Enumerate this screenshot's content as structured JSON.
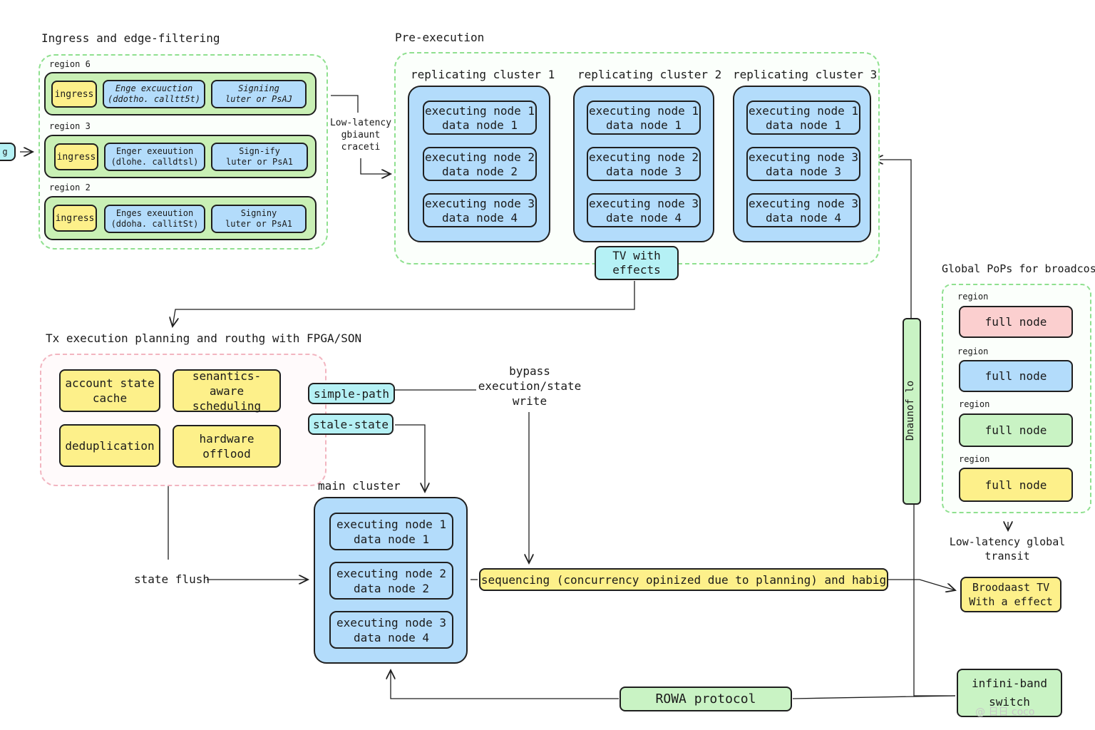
{
  "ingress": {
    "title": "Ingress and edge-filtering",
    "regions": [
      {
        "label": "region 6",
        "ingress": "ingress",
        "exec": [
          "Enge excuuction",
          "(ddotho. calltt5t)"
        ],
        "sign": [
          "Signiing",
          "luter or PsAJ"
        ]
      },
      {
        "label": "region 3",
        "ingress": "ingress",
        "exec": [
          "Enger exeuution",
          "(dlohe. calldtsl)"
        ],
        "sign": [
          "Sign-ify",
          "luter or PsA1"
        ]
      },
      {
        "label": "region 2",
        "ingress": "ingress",
        "exec": [
          "Enges exeuution",
          "(ddoha. callitSt)"
        ],
        "sign": [
          "Signiny",
          "luter or PsA1"
        ]
      }
    ],
    "left_stub": "g"
  },
  "low_latency_label": [
    "Low-latency",
    "gbiaunt",
    "craceti"
  ],
  "pre_execution": {
    "title": "Pre-execution",
    "clusters": [
      {
        "title": "replicating cluster 1",
        "nodes": [
          [
            "executing node 1",
            "data node 1"
          ],
          [
            "executing node 2",
            "data node 2"
          ],
          [
            "executing node 3",
            "data node 4"
          ]
        ]
      },
      {
        "title": "replicating cluster 2",
        "nodes": [
          [
            "executing node 1",
            "data node 1"
          ],
          [
            "executing node 2",
            "data node 3"
          ],
          [
            "executing node 3",
            "date node 4"
          ]
        ]
      },
      {
        "title": "replicating cluster 3",
        "nodes": [
          [
            "executing node 1",
            "data node 1"
          ],
          [
            "executing node 3",
            "data node 3"
          ],
          [
            "executing node 3",
            "data node 4"
          ]
        ]
      }
    ],
    "tv_effects": [
      "TV with",
      "effects"
    ]
  },
  "planning": {
    "title": "Tx execution planning and routhg with FPGA/SON",
    "items": [
      "account state cache",
      "senantics-aware scheduling",
      "deduplication",
      "hardware offlood"
    ]
  },
  "paths": {
    "simple": "simple-path",
    "stale": "stale-state",
    "bypass": [
      "bypass",
      "execution/state",
      "write"
    ]
  },
  "main_cluster": {
    "title": "main cluster",
    "nodes": [
      [
        "executing node 1",
        "data node 1"
      ],
      [
        "executing node 2",
        "data node 2"
      ],
      [
        "executing node 3",
        "data node 4"
      ]
    ]
  },
  "state_flush": "state flush",
  "sequencing": "sequencing (concurrency opinized due to planning) and habig",
  "global_pops": {
    "title": "Global PoPs for broadcos",
    "regions": [
      {
        "label": "region",
        "node": "full node",
        "color": "#fbcfcf"
      },
      {
        "label": "region",
        "node": "full node",
        "color": "#b3dcfb"
      },
      {
        "label": "region",
        "node": "full node",
        "color": "#c9f3c4"
      },
      {
        "label": "region",
        "node": "full node",
        "color": "#fdf08a"
      }
    ],
    "transit": [
      "Low-latency global",
      "transit"
    ]
  },
  "vertical_bar": "Dnaunof lo",
  "broadcast": [
    "Broodaast TV",
    "With a effect"
  ],
  "rowa": "ROWA protocol",
  "infiniband": [
    "infini-band",
    "switch"
  ],
  "watermark": "@ 日日 coco"
}
